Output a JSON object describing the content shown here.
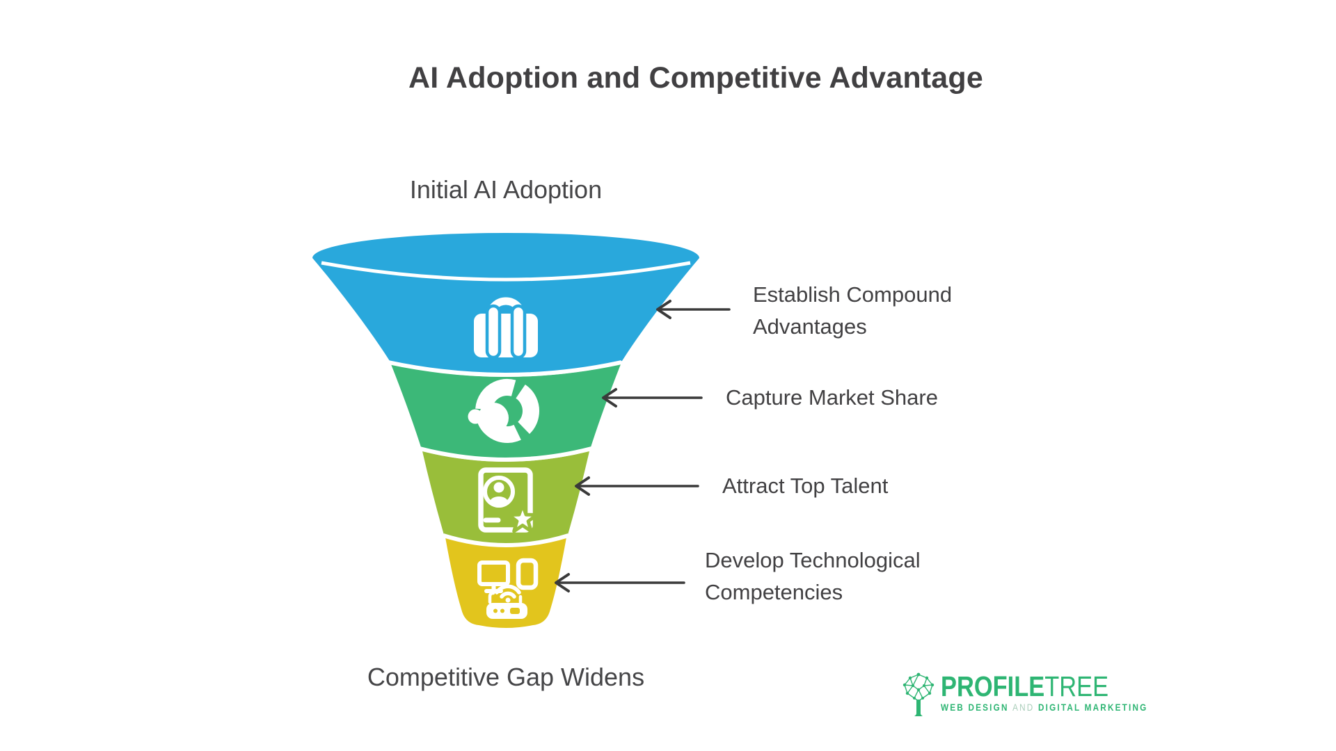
{
  "title": "AI Adoption and Competitive Advantage",
  "funnel": {
    "top_label": "Initial AI Adoption",
    "bottom_label": "Competitive Gap Widens",
    "stages": [
      {
        "label": "Establish Compound Advantages",
        "icon": "briefcase-icon",
        "color": "#29A8DC"
      },
      {
        "label": "Capture Market Share",
        "icon": "market-share-donut-icon",
        "color": "#3CB878"
      },
      {
        "label": "Attract Top Talent",
        "icon": "talent-badge-star-icon",
        "color": "#99BE3A"
      },
      {
        "label": "Develop Technological Competencies",
        "icon": "technology-devices-icon",
        "color": "#E2C51D"
      }
    ]
  },
  "callouts": [
    {
      "line1": "Establish Compound",
      "line2": "Advantages"
    },
    {
      "line1": "Capture Market Share",
      "line2": ""
    },
    {
      "line1": "Attract Top Talent",
      "line2": ""
    },
    {
      "line1": "Develop Technological",
      "line2": "Competencies"
    }
  ],
  "logo": {
    "brand_bold": "PROFILE",
    "brand_light": "TREE",
    "tagline_web": "WEB DESIGN",
    "tagline_and": "AND",
    "tagline_marketing": "DIGITAL MARKETING",
    "color": "#2EB573"
  },
  "colors": {
    "background": "#FFFFFF",
    "text": "#414042",
    "arrow": "#3A3A3A",
    "stage_blue": "#29A8DC",
    "stage_green": "#3CB878",
    "stage_olive": "#99BE3A",
    "stage_yellow": "#E2C51D"
  }
}
